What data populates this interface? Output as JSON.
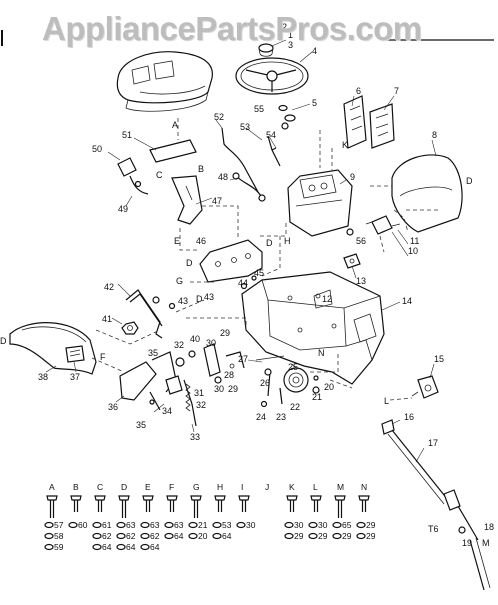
{
  "watermark": "AppliancePartsPros.com",
  "callouts": [
    {
      "id": "c1",
      "text": "1"
    },
    {
      "id": "c2",
      "text": "2"
    },
    {
      "id": "c3",
      "text": "3"
    },
    {
      "id": "c4",
      "text": "4"
    },
    {
      "id": "c5",
      "text": "5"
    },
    {
      "id": "c6",
      "text": "6"
    },
    {
      "id": "c7",
      "text": "7"
    },
    {
      "id": "c8",
      "text": "8"
    },
    {
      "id": "c9",
      "text": "9"
    },
    {
      "id": "c10",
      "text": "10"
    },
    {
      "id": "c11",
      "text": "11"
    },
    {
      "id": "c12",
      "text": "12"
    },
    {
      "id": "c13",
      "text": "13"
    },
    {
      "id": "c14",
      "text": "14"
    },
    {
      "id": "c15",
      "text": "15"
    },
    {
      "id": "c16",
      "text": "16"
    },
    {
      "id": "c17",
      "text": "17"
    },
    {
      "id": "c18",
      "text": "18"
    },
    {
      "id": "c19",
      "text": "19"
    },
    {
      "id": "c20",
      "text": "20"
    },
    {
      "id": "c21",
      "text": "21"
    },
    {
      "id": "c22",
      "text": "22"
    },
    {
      "id": "c23",
      "text": "23"
    },
    {
      "id": "c24",
      "text": "24"
    },
    {
      "id": "c25",
      "text": "25"
    },
    {
      "id": "c26",
      "text": "26"
    },
    {
      "id": "c27",
      "text": "27"
    },
    {
      "id": "c28",
      "text": "28"
    },
    {
      "id": "c29",
      "text": "29"
    },
    {
      "id": "c29b",
      "text": "29"
    },
    {
      "id": "c30",
      "text": "30"
    },
    {
      "id": "c30b",
      "text": "30"
    },
    {
      "id": "c31",
      "text": "31"
    },
    {
      "id": "c32",
      "text": "32"
    },
    {
      "id": "c32b",
      "text": "32"
    },
    {
      "id": "c33",
      "text": "33"
    },
    {
      "id": "c34",
      "text": "34"
    },
    {
      "id": "c35",
      "text": "35"
    },
    {
      "id": "c35b",
      "text": "35"
    },
    {
      "id": "c36",
      "text": "36"
    },
    {
      "id": "c37",
      "text": "37"
    },
    {
      "id": "c38",
      "text": "38"
    },
    {
      "id": "c40",
      "text": "40"
    },
    {
      "id": "c41",
      "text": "41"
    },
    {
      "id": "c42",
      "text": "42"
    },
    {
      "id": "c43",
      "text": "43"
    },
    {
      "id": "c43b",
      "text": "43"
    },
    {
      "id": "c44",
      "text": "44"
    },
    {
      "id": "c45",
      "text": "45"
    },
    {
      "id": "c46",
      "text": "46"
    },
    {
      "id": "c47",
      "text": "47"
    },
    {
      "id": "c48",
      "text": "48"
    },
    {
      "id": "c49",
      "text": "49"
    },
    {
      "id": "c50",
      "text": "50"
    },
    {
      "id": "c51",
      "text": "51"
    },
    {
      "id": "c52",
      "text": "52"
    },
    {
      "id": "c53",
      "text": "53"
    },
    {
      "id": "c54",
      "text": "54"
    },
    {
      "id": "c55",
      "text": "55"
    },
    {
      "id": "c56",
      "text": "56"
    }
  ],
  "letters": [
    {
      "id": "lA",
      "text": "A"
    },
    {
      "id": "lB",
      "text": "B"
    },
    {
      "id": "lC",
      "text": "C"
    },
    {
      "id": "lD1",
      "text": "D"
    },
    {
      "id": "lD2",
      "text": "D"
    },
    {
      "id": "lD3",
      "text": "D"
    },
    {
      "id": "lD4",
      "text": "D"
    },
    {
      "id": "lD5",
      "text": "D"
    },
    {
      "id": "lE",
      "text": "E"
    },
    {
      "id": "lF",
      "text": "F"
    },
    {
      "id": "lG",
      "text": "G"
    },
    {
      "id": "lH",
      "text": "H"
    },
    {
      "id": "lK",
      "text": "K"
    },
    {
      "id": "lL",
      "text": "L"
    },
    {
      "id": "lM",
      "text": "M"
    },
    {
      "id": "lN",
      "text": "N"
    },
    {
      "id": "lT",
      "text": "T6"
    }
  ],
  "hardware_columns": [
    {
      "letter": "A",
      "parts": [
        "57",
        "58",
        "59"
      ]
    },
    {
      "letter": "B",
      "parts": [
        "60"
      ]
    },
    {
      "letter": "C",
      "parts": [
        "61",
        "62",
        "64"
      ]
    },
    {
      "letter": "D",
      "parts": [
        "63",
        "62",
        "64"
      ]
    },
    {
      "letter": "E",
      "parts": [
        "63",
        "62",
        "64"
      ]
    },
    {
      "letter": "F",
      "parts": [
        "63",
        "64"
      ]
    },
    {
      "letter": "G",
      "parts": [
        "21",
        "20"
      ]
    },
    {
      "letter": "H",
      "parts": [
        "53",
        "64"
      ]
    },
    {
      "letter": "I",
      "parts": [
        "30"
      ]
    },
    {
      "letter": "J",
      "parts": []
    },
    {
      "letter": "K",
      "parts": [
        "30",
        "29"
      ]
    },
    {
      "letter": "L",
      "parts": [
        "30",
        "29"
      ]
    },
    {
      "letter": "M",
      "parts": [
        "65",
        "29"
      ]
    },
    {
      "letter": "N",
      "parts": [
        "29",
        "29"
      ]
    }
  ]
}
